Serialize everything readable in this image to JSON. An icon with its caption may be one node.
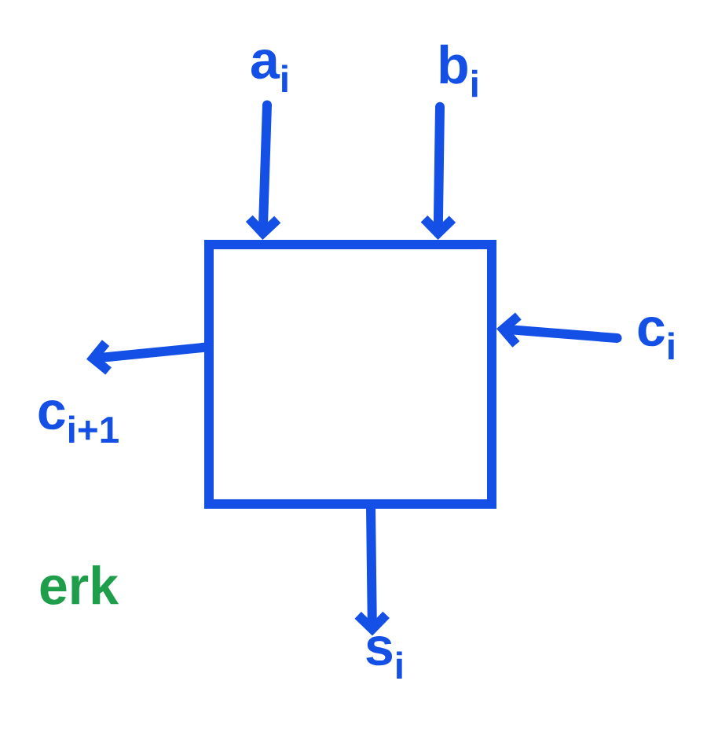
{
  "diagram": {
    "nodes": [
      {
        "text": [],
        "shape": "box"
      },
      {
        "text": [
          "a$_{i}$"
        ]
      },
      {
        "text": [
          "b$_{i}$"
        ]
      },
      {
        "text": [
          "c$_{i}$"
        ]
      },
      {
        "text": [
          "c$_{i+1}$"
        ]
      },
      {
        "text": [
          "s$_{i}$"
        ]
      }
    ],
    "edges": [
      {
        "from": 1,
        "to": 0,
        "arrow": "to"
      },
      {
        "from": 2,
        "to": 0,
        "arrow": "to"
      },
      {
        "from": 3,
        "to": 0,
        "arrow": "to"
      },
      {
        "from": 0,
        "to": 4,
        "arrow": "to"
      },
      {
        "from": 0,
        "to": 5,
        "arrow": "to"
      }
    ],
    "labels": [
      "erk"
    ]
  }
}
